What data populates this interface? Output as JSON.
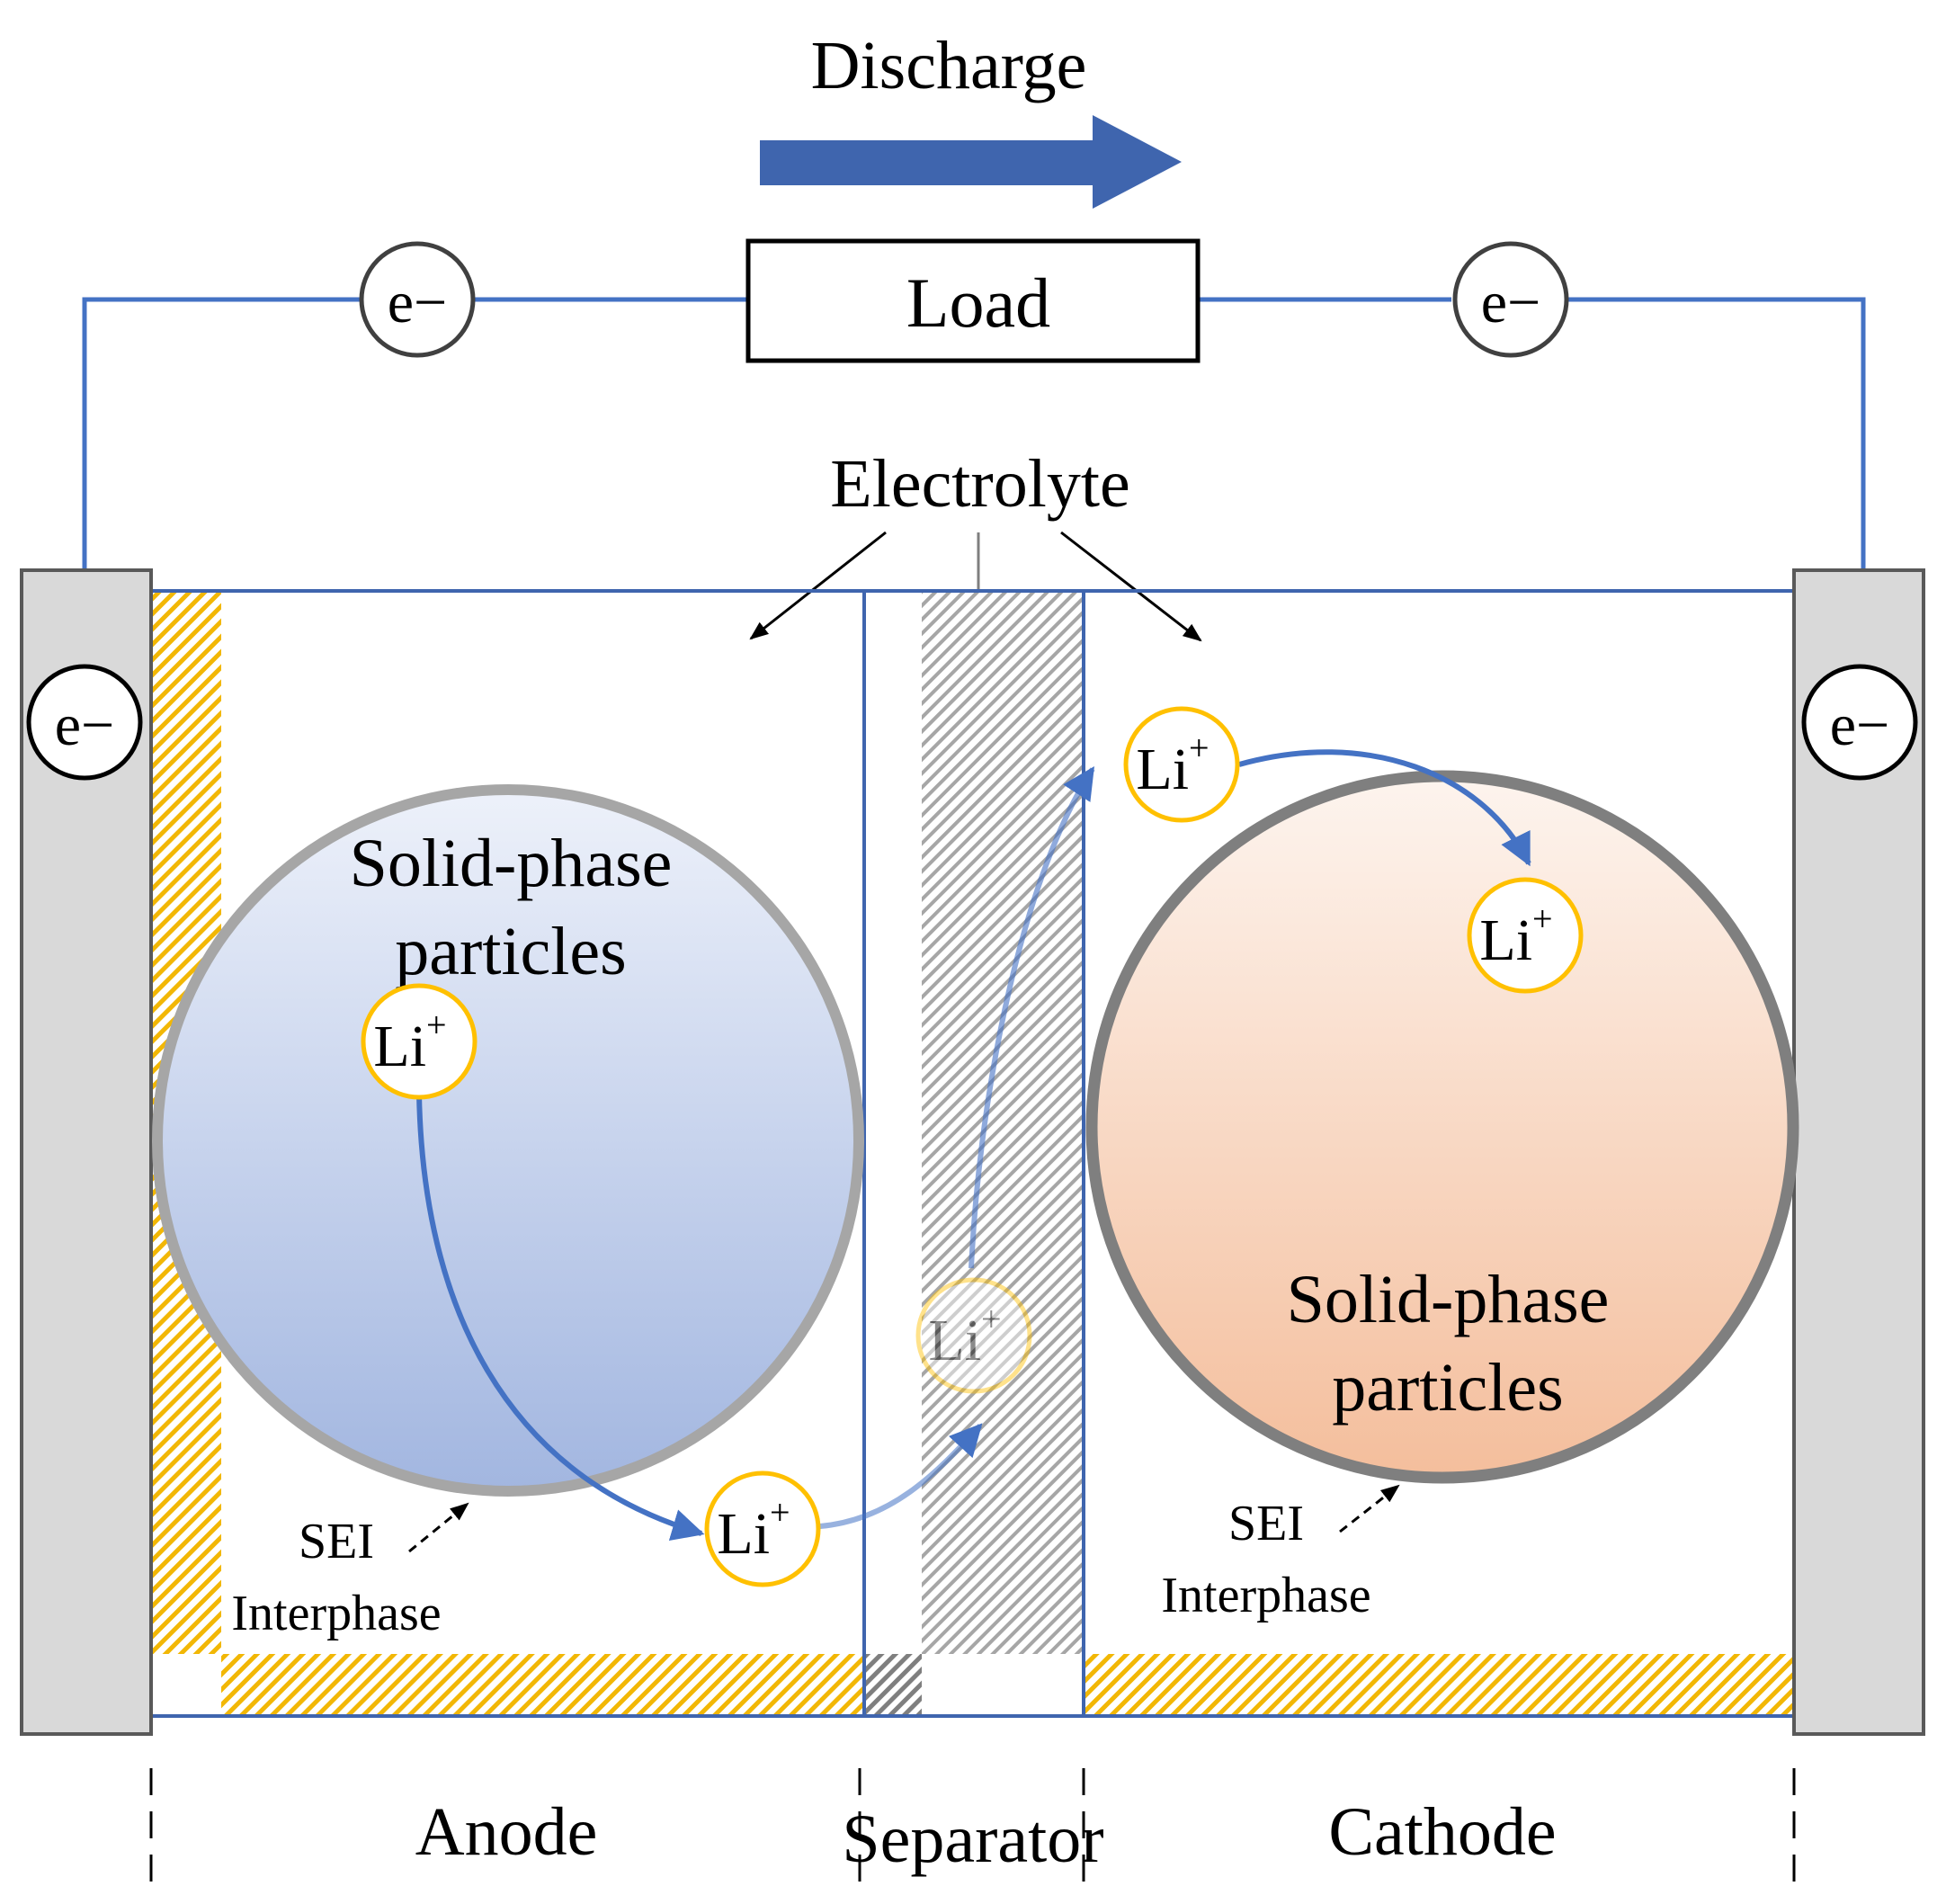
{
  "discharge": {
    "label": "Discharge"
  },
  "load": {
    "label": "Load"
  },
  "electron": {
    "label": "e−"
  },
  "electrolyte": {
    "label": "Electrolyte"
  },
  "anode_particle": {
    "line1": "Solid-phase",
    "line2": "particles"
  },
  "cathode_particle": {
    "line1": "Solid-phase",
    "line2": "particles"
  },
  "lithium_ion": {
    "base": "Li",
    "sup": "+"
  },
  "sei_anode": {
    "line1": "SEI",
    "line2": "Interphase"
  },
  "sei_cathode": {
    "line1": "SEI",
    "line2": "Interphase"
  },
  "regions": {
    "anode": "Anode",
    "separator": "Separator",
    "cathode": "Cathode"
  },
  "colors": {
    "wire": "#4472C4",
    "discharge_arrow": "#3F65AE",
    "li_ring": "#FFC000",
    "collector_fill": "#D9D9D9",
    "collector_stroke": "#595959",
    "anode_particle_top": "#EDF1FA",
    "anode_particle_bottom": "#A2B6E0",
    "cathode_particle_top": "#FDF4EE",
    "cathode_particle_bottom": "#F4BE9C",
    "sei_hatch": "#F2B705",
    "separator_hatch": "#9A9A9A"
  }
}
